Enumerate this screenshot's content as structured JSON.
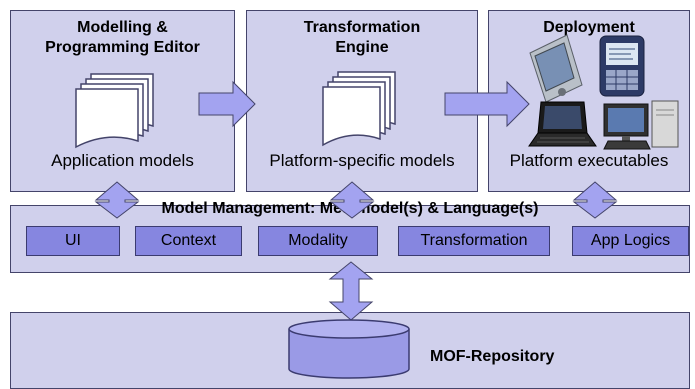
{
  "boxes": {
    "editor": {
      "title_line1": "Modelling &",
      "title_line2": "Programming Editor",
      "caption": "Application models"
    },
    "transformation": {
      "title_line1": "Transformation",
      "title_line2": "Engine",
      "caption": "Platform-specific models"
    },
    "deployment": {
      "title": "Deployment",
      "caption": "Platform executables",
      "device_icons": [
        "pda-icon",
        "smartphone-icon",
        "laptop-icon",
        "desktop-pc-icon"
      ]
    }
  },
  "management": {
    "title": "Model Management: Metamodel(s) & Language(s)",
    "modules": [
      "UI",
      "Context",
      "Modality",
      "Transformation",
      "App Logics"
    ]
  },
  "repository": {
    "label": "MOF-Repository"
  },
  "colors": {
    "box_fill": "#d0d0ec",
    "module_fill": "#8686e0",
    "arrow_fill": "#a3a3f0",
    "repository_fill": "#9a9ae6",
    "border": "#44446a"
  }
}
